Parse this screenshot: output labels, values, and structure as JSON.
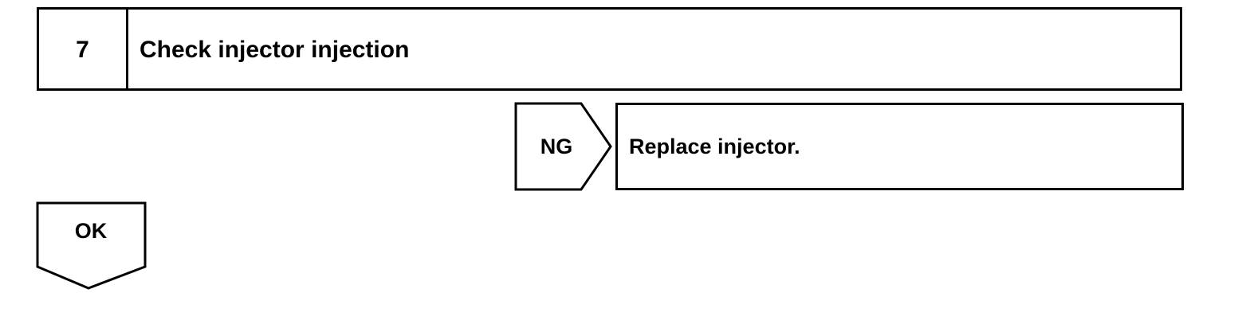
{
  "step": {
    "number": "7",
    "title": "Check injector injection"
  },
  "ng_branch": {
    "label": "NG",
    "action": "Replace injector."
  },
  "ok_branch": {
    "label": "OK"
  }
}
